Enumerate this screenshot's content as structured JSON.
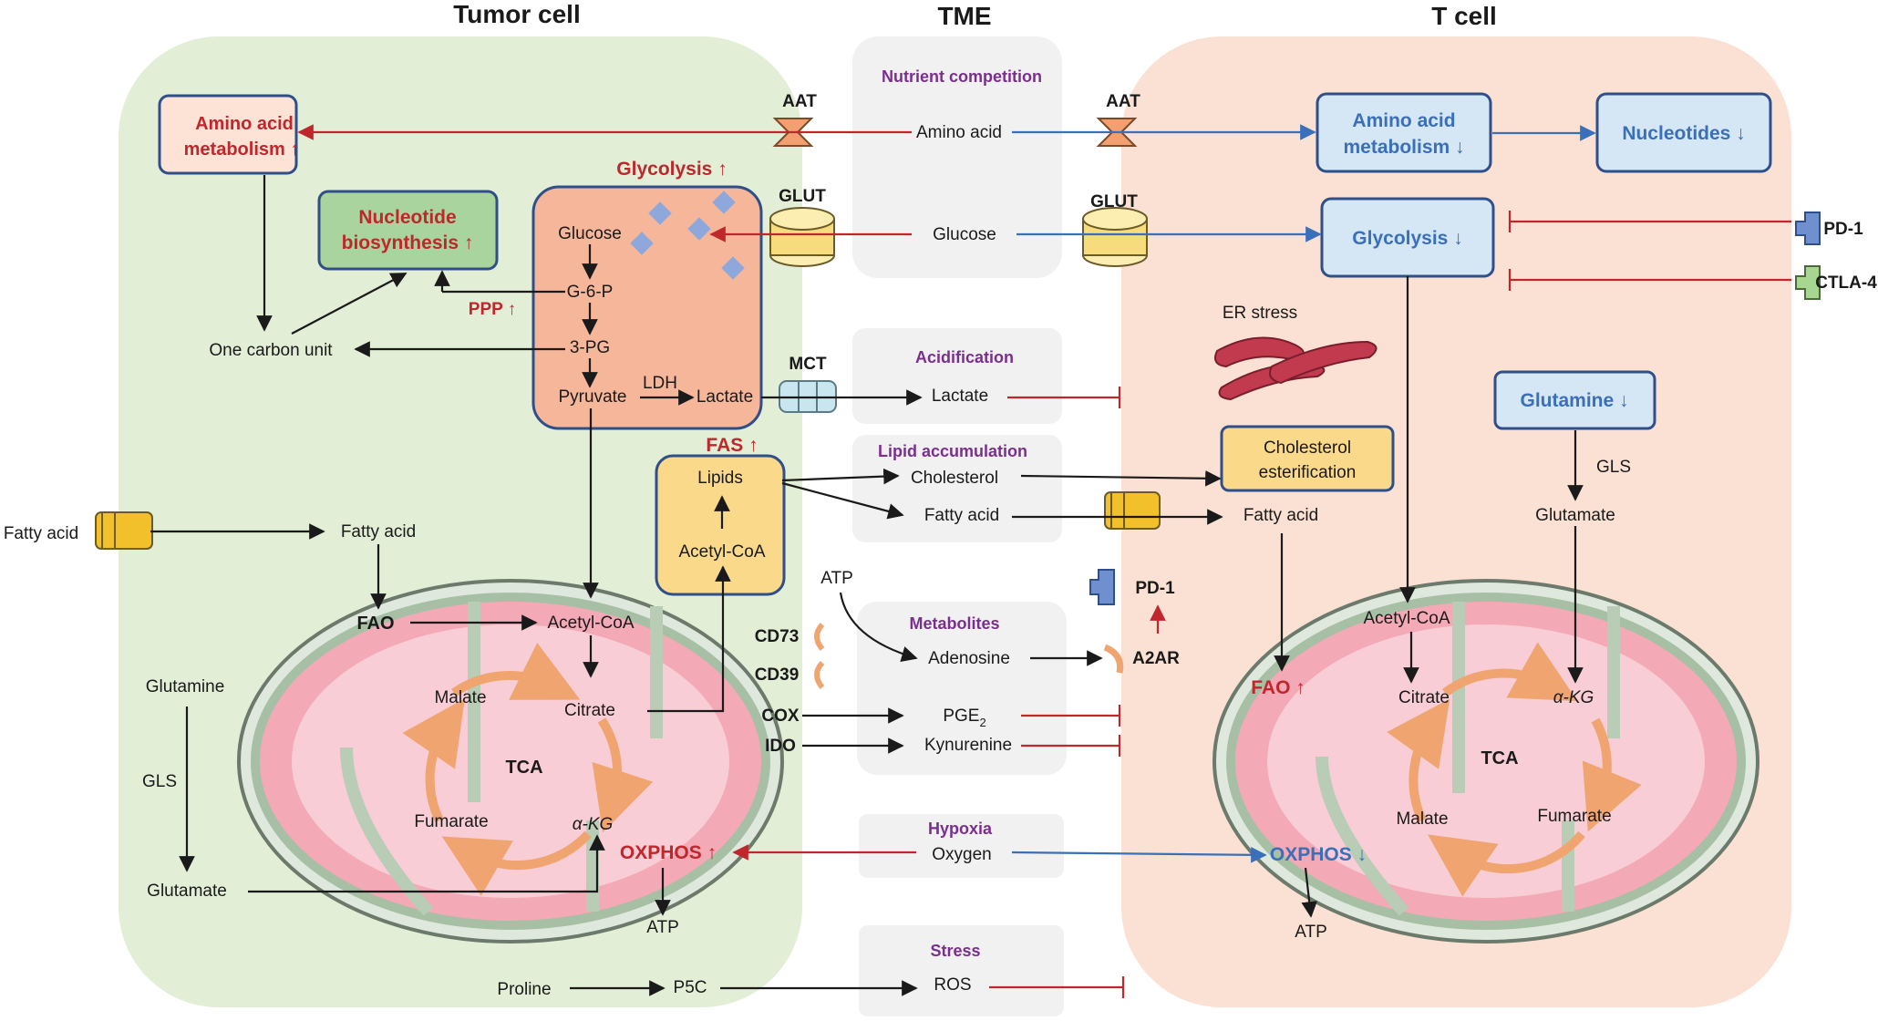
{
  "headers": {
    "tumor": "Tumor cell",
    "tme": "TME",
    "tcell": "T cell"
  },
  "tumor": {
    "amino_acid_metabolism": [
      "Amino acid",
      "metabolism ↑"
    ],
    "nucleotide_biosynthesis": [
      "Nucleotide",
      "biosynthesis ↑"
    ],
    "glycolysis": "Glycolysis ↑",
    "ppp": "PPP ↑",
    "fas": "FAS ↑",
    "glucose": "Glucose",
    "g6p": "G-6-P",
    "pg3": "3-PG",
    "pyruvate": "Pyruvate",
    "ldh": "LDH",
    "lactate": "Lactate",
    "one_carbon": "One carbon unit",
    "lipids": "Lipids",
    "acetyl_coa_box": "Acetyl-CoA",
    "fatty_acid_out": "Fatty acid",
    "fatty_acid_in": "Fatty acid",
    "fao": "FAO",
    "acetyl_coa": "Acetyl-CoA",
    "citrate": "Citrate",
    "malate": "Malate",
    "tca": "TCA",
    "fumarate": "Fumarate",
    "akg": "α-KG",
    "oxphos": "OXPHOS ↑",
    "atp": "ATP",
    "glutamine": "Glutamine",
    "gls": "GLS",
    "glutamate": "Glutamate",
    "proline": "Proline",
    "p5c": "P5C"
  },
  "transporters": {
    "aat_tumor": "AAT",
    "glut_tumor": "GLUT",
    "mct": "MCT",
    "aat_tcell": "AAT",
    "glut_tcell": "GLUT"
  },
  "tme": {
    "nutrient_competition": "Nutrient competition",
    "amino_acid": "Amino acid",
    "glucose": "Glucose",
    "acidification": "Acidification",
    "lactate": "Lactate",
    "lipid_accumulation": "Lipid accumulation",
    "cholesterol": "Cholesterol",
    "fatty_acid": "Fatty acid",
    "atp": "ATP",
    "metabolites": "Metabolites",
    "adenosine": "Adenosine",
    "pge2": "PGE",
    "pge2_sub": "2",
    "kynurenine": "Kynurenine",
    "cd73": "CD73",
    "cd39": "CD39",
    "cox": "COX",
    "ido": "IDO",
    "hypoxia": "Hypoxia",
    "oxygen": "Oxygen",
    "stress": "Stress",
    "ros": "ROS"
  },
  "tcell": {
    "amino_acid_metabolism": [
      "Amino acid",
      "metabolism ↓"
    ],
    "nucleotides": "Nucleotides ↓",
    "glycolysis": "Glycolysis ↓",
    "pd1": "PD-1",
    "ctla4": "CTLA-4",
    "er_stress": "ER stress",
    "cholesterol_esterification": [
      "Cholesterol",
      "esterification"
    ],
    "glutamine": "Glutamine ↓",
    "gls": "GLS",
    "glutamate": "Glutamate",
    "fatty_acid": "Fatty acid",
    "pd1_small": "PD-1",
    "a2ar": "A2AR",
    "acetyl_coa": "Acetyl-CoA",
    "citrate": "Citrate",
    "akg": "α-KG",
    "fao": "FAO ↑",
    "tca": "TCA",
    "malate": "Malate",
    "fumarate": "Fumarate",
    "oxphos": "OXPHOS ↓",
    "atp": "ATP"
  },
  "colors": {
    "tumor_bg": "#e2eed6",
    "tcell_bg": "#fbe1d3",
    "tme_bg": "#f1f1f1",
    "red": "#c0272d",
    "blue": "#3a6fba",
    "purple": "#7a2f8f",
    "box_border": "#2e4f8a"
  }
}
